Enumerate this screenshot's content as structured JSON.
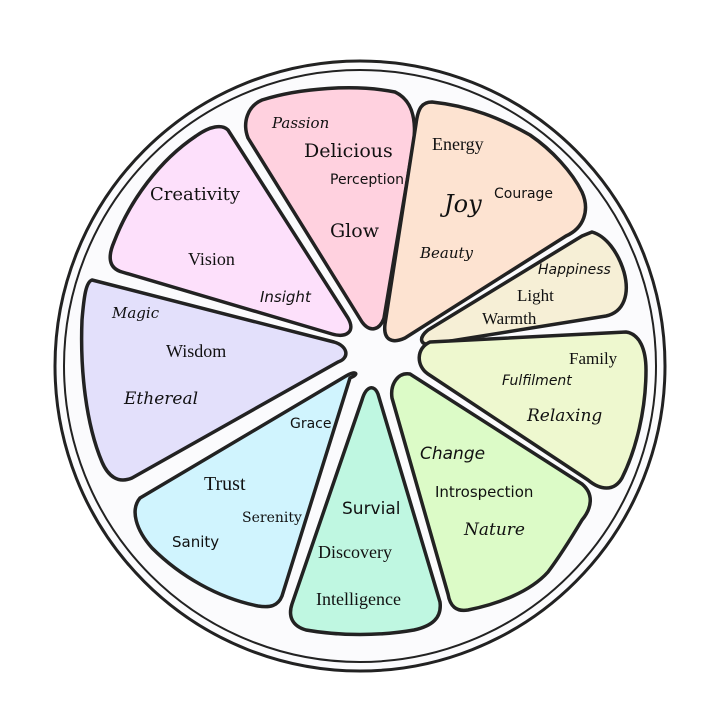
{
  "colors": {
    "outline": "#222222",
    "rim": "#fbfbfd",
    "background": "#ffffff"
  },
  "segments": [
    {
      "id": "pink",
      "color": "#ffd1df",
      "words": [
        "Passion",
        "Delicious",
        "Perception",
        "Glow"
      ]
    },
    {
      "id": "peach",
      "color": "#fde3d1",
      "words": [
        "Energy",
        "Joy",
        "Courage",
        "Beauty"
      ]
    },
    {
      "id": "cream",
      "color": "#f6efd6",
      "words": [
        "Happiness",
        "Light",
        "Warmth"
      ]
    },
    {
      "id": "yellowgreen",
      "color": "#eef8cf",
      "words": [
        "Family",
        "Fulfilment",
        "Relaxing"
      ]
    },
    {
      "id": "green",
      "color": "#dcfbc7",
      "words": [
        "Change",
        "Introspection",
        "Nature"
      ]
    },
    {
      "id": "mint",
      "color": "#bff7e1",
      "words": [
        "Survial",
        "Discovery",
        "Intelligence"
      ]
    },
    {
      "id": "cyan",
      "color": "#d0f4fe",
      "words": [
        "Grace",
        "Trust",
        "Serenity",
        "Sanity"
      ]
    },
    {
      "id": "lavender",
      "color": "#e3e0fb",
      "words": [
        "Magic",
        "Wisdom",
        "Ethereal"
      ]
    },
    {
      "id": "magenta",
      "color": "#fde0fb",
      "words": [
        "Creativity",
        "Vision",
        "Insight"
      ]
    }
  ]
}
